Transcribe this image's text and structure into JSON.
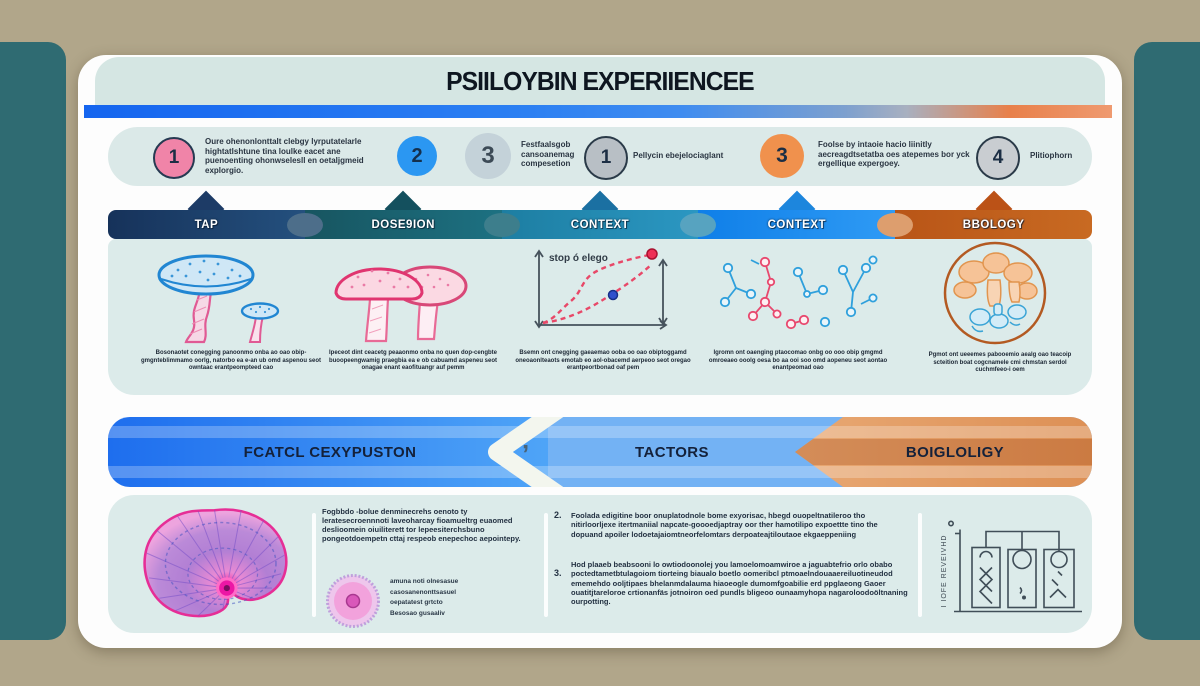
{
  "header": {
    "title": "PSIILOYBIN EXPERIIENCEE"
  },
  "steps": [
    {
      "num": "1",
      "note": "Oure ohenonlonttalt clebgy lyrputatelarle hightatlshtune tina loulke eacet ane puenoenting ohonwselesll en oetaljgmeid explorgio."
    },
    {
      "num": "2",
      "note": ""
    },
    {
      "num": "3",
      "note": "Festfaalsgob cansoanemag compesetion"
    },
    {
      "num": "1",
      "note": "Pellycin ebejelociaglant"
    },
    {
      "num": "3",
      "note": "Foolse by intaoie hacio liinitly aecreagdtsetatba oes atepemes bor yck ergellique expergoey."
    },
    {
      "num": "4",
      "note": "Plitiophorn"
    }
  ],
  "timeline": {
    "labels": [
      "TAP",
      "DOSE9ION",
      "CONTEXT",
      "CONTEXT",
      "BBOLOGY"
    ]
  },
  "figures": {
    "graph_label": "stop ó elego",
    "captions": [
      "Bosonaotet conegging panoonmo onba ao oao obip-gmgnteblimmamo oorlg, natorbo ea e-an ub omd aspenou seot owntaac erantpeompteed cao",
      "Ipeceot dint ceacetg peaaonmo onba no quen dop-cengbte buoopeengwamig praegbia ea e ob cabuamd aspeneu seot onagae enant eaofituangr auf pemm",
      "Bsemn ont cnegging gaeaemao ooba oo oao obiptoggamd oneoaonlteaots emotab eo aol-obacemd aerpeoo seot oregao erantpeortbonad oaf pem",
      "Igromn ont oaenging ptaocomao onbg oo ooo obip gmgmd omroeaeo ooolg oesa bo aa ooi soo omd aopeneu seot aontao enantpeomad oao",
      "Pgmot ont ueeemes pabooemio aealg oao teacoip scteition boat cogcnamele cmi chmstan serdol cuchmfeeo-i oem"
    ]
  },
  "band": {
    "labels": [
      "FCATCL CEXYPUSTON",
      "TACTORS",
      "BOIGLOLIGY"
    ],
    "mark": "’"
  },
  "bottom": {
    "paragraph": "Fogbbdo -bolue denminecrehs oenoto ty leratesecroennnoti laveoharcay fioamueltrg euaomed deslioomein oiuiliterett tor lepeesiterchsbuno pongeotdoempetn cttaj respeob enepechoc aepointepy.",
    "bullets": [
      "amuna noti olnesasue",
      "casosanenonttsasuel",
      "oepatatest grtcto",
      "Besosao gusaaliv"
    ],
    "items": [
      {
        "num": "2.",
        "text": "Foolada edigitine boor onuplatodnole bome exyorisac, hbegd ouopeltnatileroo tho nitirloorljexe itertmaniial napcate-goooedjaptray oor ther hamotilipo expoettte tino the dopuand apoiler lodoetajaiomtneorfelomtars derpoateajtiloutaoe ekgaeppeniing"
      },
      {
        "num": "3.",
        "text": "Hod plaaeb beabsooni lo owtiodoonolej you lamoelomoamwiroe a jaguabtefrio orlo obabo poctedtametbtulagoiom tiorteing biaualo boetlo oomeribcl ptmoaelndouaaereiluotineudod ememehdo ooljtipaes bhelanmdalauma hiaoeogle dumomfgoabilie erd ppglaeong Gaoer ouatitjtareloroe crtionanfäs jotnoiron oed pundls bligeoo ounaamyhopa nagaroloodoöltnaning ourpotting."
      }
    ],
    "diagram_label": "I IOFE REVEIVHD"
  },
  "palette": {
    "teal": "#2f6b72",
    "tan": "#b1a68a",
    "panel_blue": "#dcebea",
    "blue": "#1e6eee",
    "orange": "#c2571b",
    "pink": "#f084a8"
  }
}
